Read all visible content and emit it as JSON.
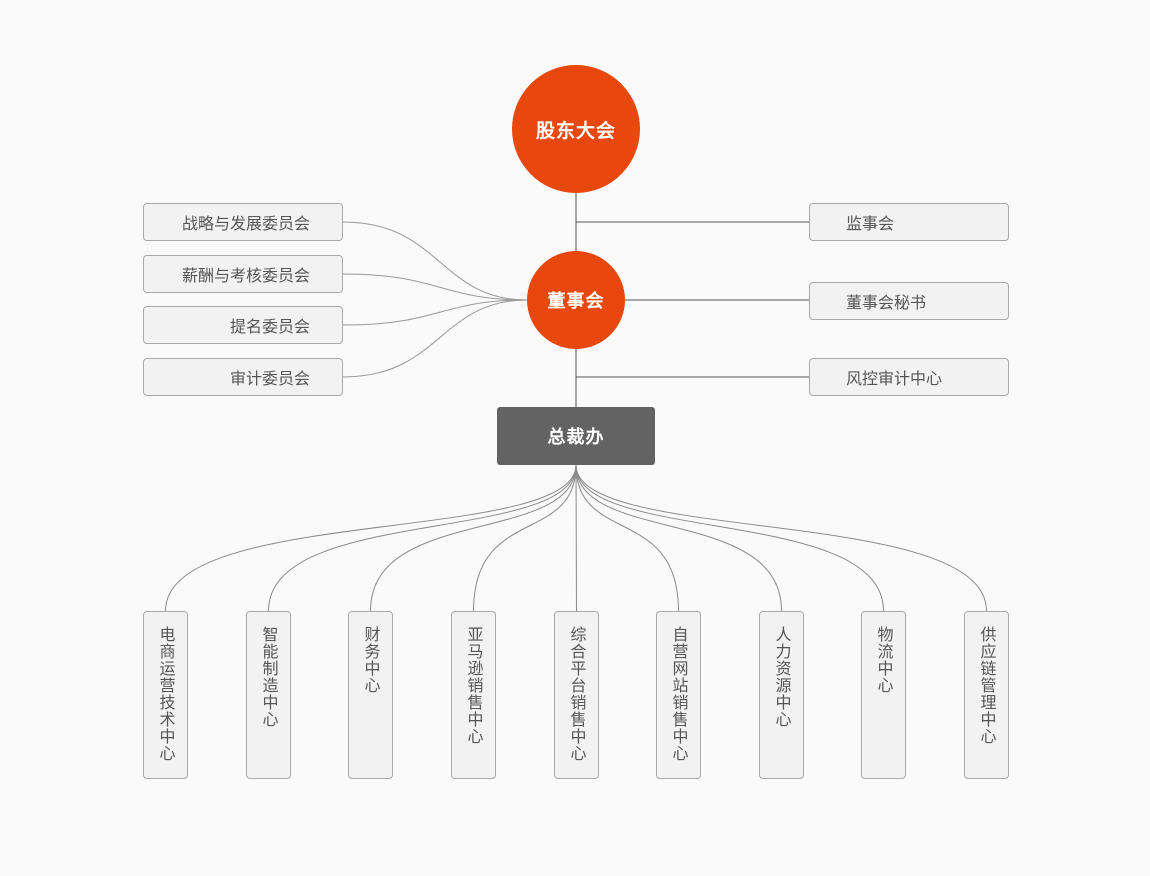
{
  "top": {
    "label": "股东大会"
  },
  "board": {
    "label": "董事会"
  },
  "office": {
    "label": "总裁办"
  },
  "left_committees": [
    {
      "label": "战略与发展委员会"
    },
    {
      "label": "薪酬与考核委员会"
    },
    {
      "label": "提名委员会"
    },
    {
      "label": "审计委员会"
    }
  ],
  "right_units": [
    {
      "label": "监事会"
    },
    {
      "label": "董事会秘书"
    },
    {
      "label": "风控审计中心"
    }
  ],
  "departments": [
    {
      "label": "电商运营技术中心"
    },
    {
      "label": "智能制造中心"
    },
    {
      "label": "财务中心"
    },
    {
      "label": "亚马逊销售中心"
    },
    {
      "label": "综合平台销售中心"
    },
    {
      "label": "自营网站销售中心"
    },
    {
      "label": "人力资源中心"
    },
    {
      "label": "物流中心"
    },
    {
      "label": "供应链管理中心"
    }
  ],
  "colors": {
    "accent": "#e8470e",
    "office_fill": "#636363",
    "box_fill": "#f2f2f2",
    "box_border": "#a9a9a9",
    "line": "#777777"
  }
}
